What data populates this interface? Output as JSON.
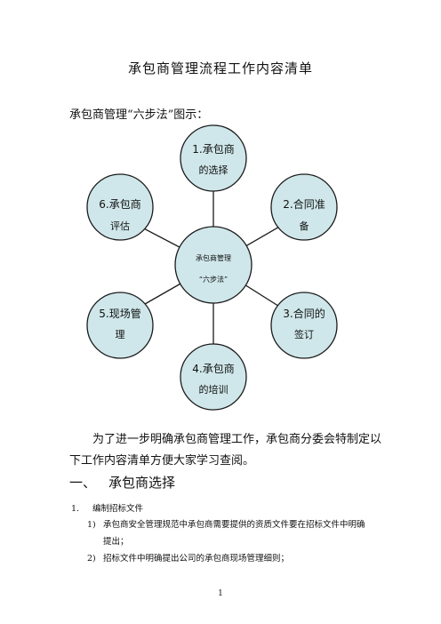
{
  "document": {
    "title": "承包商管理流程工作内容清单",
    "intro": "承包商管理“六步法”图示：",
    "paragraph": "为了进一步明确承包商管理工作，承包商分委会特制定以下工作内容清单方便大家学习查阅。",
    "section": {
      "number": "一、",
      "title": "承包商选择"
    },
    "item": {
      "number": "1.",
      "text": "编制招标文件"
    },
    "subitems": [
      {
        "number": "1)",
        "line1": "承包商安全管理规范中承包商需要提供的资质文件要在招标文件中明确",
        "line2": "提出；"
      },
      {
        "number": "2)",
        "line1": "招标文件中明确提出公司的承包商现场管理细则；",
        "line2": ""
      }
    ],
    "page_number": "1"
  },
  "diagram": {
    "center": {
      "line1": "承包商管理",
      "line2": "“六步法”"
    },
    "nodes": [
      {
        "line1": "1.承包商",
        "line2": "的选择"
      },
      {
        "line1": "2.合同准",
        "line2": "备"
      },
      {
        "line1": "3.合同的",
        "line2": "签订"
      },
      {
        "line1": "4.承包商",
        "line2": "的培训"
      },
      {
        "line1": "5.现场管",
        "line2": "理"
      },
      {
        "line1": "6.承包商",
        "line2": "评估"
      }
    ],
    "colors": {
      "fill": "#cfe7ea",
      "stroke": "#1b1b1b"
    }
  }
}
